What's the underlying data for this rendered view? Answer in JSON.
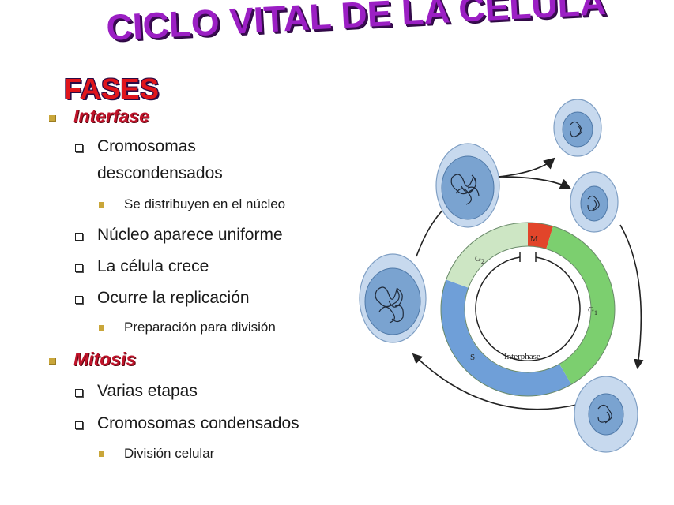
{
  "slide": {
    "title": "CICLO VITAL DE LA CÉLULA",
    "subtitle": "FASES"
  },
  "outline": [
    {
      "level": 1,
      "text": "Interfase"
    },
    {
      "level": 2,
      "text": "Cromosomas"
    },
    {
      "level": 2,
      "text": "descondensados",
      "continuation": true
    },
    {
      "level": 3,
      "text": "Se distribuyen en el núcleo"
    },
    {
      "level": 2,
      "text": "Núcleo aparece uniforme"
    },
    {
      "level": 2,
      "text": "La célula crece"
    },
    {
      "level": 2,
      "text": "Ocurre la replicación"
    },
    {
      "level": 3,
      "text": "Preparación para división"
    },
    {
      "level": 1,
      "text": "Mitosis"
    },
    {
      "level": 2,
      "text": "Varias etapas"
    },
    {
      "level": 2,
      "text": "Cromosomas condensados"
    },
    {
      "level": 3,
      "text": "División celular"
    }
  ],
  "diagram": {
    "labels": {
      "m": "M",
      "g2": "G",
      "g2_sub": "2",
      "g1": "G",
      "g1_sub": "1",
      "s": "S",
      "interphase": "Interphase"
    },
    "colors": {
      "m": "#e2452a",
      "g2": "#cde6c4",
      "g1": "#7ccf6f",
      "s": "#6f9fd8",
      "cell_fill": "#c7d9ee",
      "cell_edge": "#7f9fc4",
      "nucleus": "#7aa3d0"
    }
  }
}
